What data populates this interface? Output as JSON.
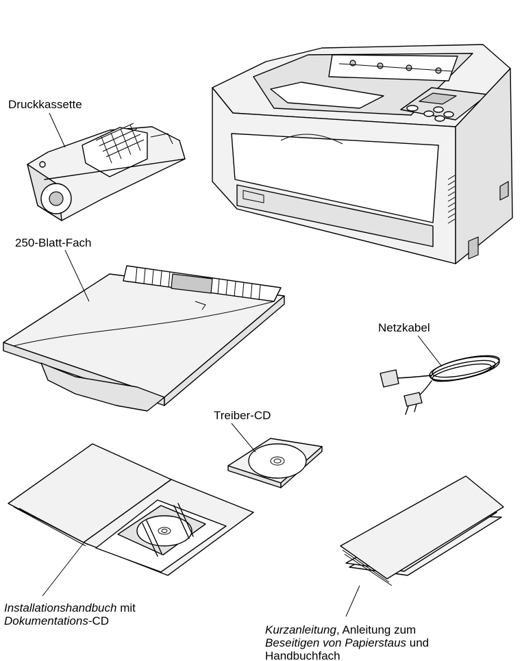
{
  "labels": {
    "cartridge": "Druckkassette",
    "tray": "250-Blatt-Fach",
    "cable": "Netzkabel",
    "driver_cd": "Treiber-CD",
    "install_italic": "Installationshandbuch",
    "install_rest": " mit",
    "install_doc_italic": "Dokumentations",
    "install_doc_rest": "-CD",
    "quick_italic": "Kurzanleitung",
    "quick_rest": ", Anleitung zum",
    "quick_line2_italic": "Beseitigen von Papierstaus",
    "quick_line2_rest": " und",
    "quick_line3": "Handbuchfach"
  },
  "colors": {
    "line": "#000000",
    "fill_light": "#f2f2f2",
    "fill_mid": "#e0e0e0",
    "fill_dark": "#bdbdbd"
  }
}
